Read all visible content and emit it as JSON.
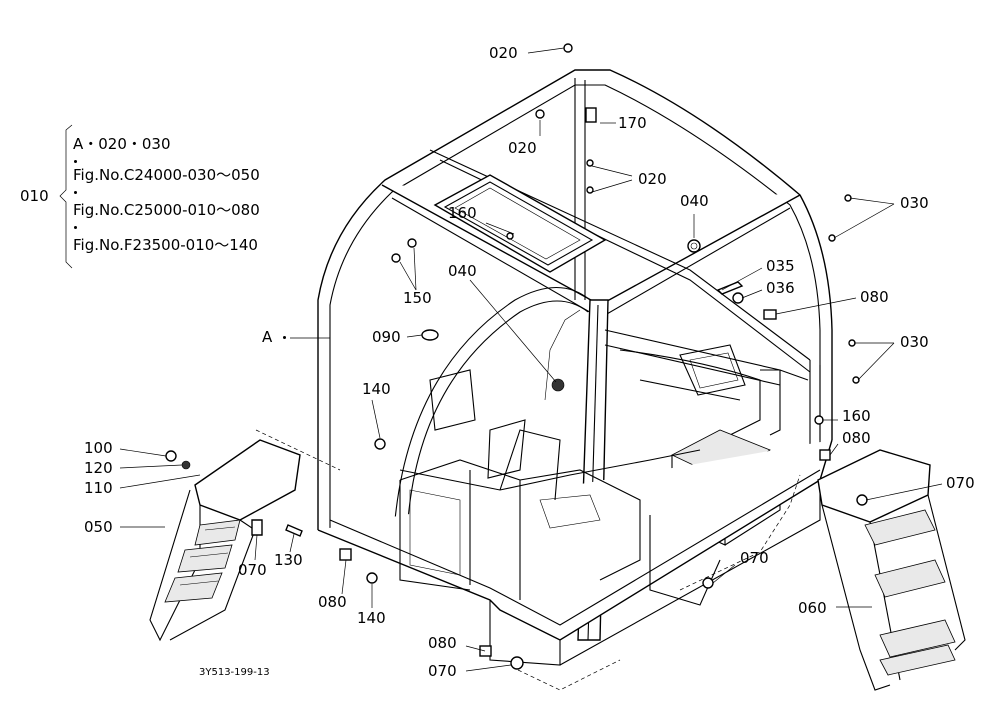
{
  "diagram": {
    "drawing_id": "3Y513-199-13",
    "assembly": {
      "part": "010",
      "lines": [
        "A・020・030",
        "Fig.No.C24000-030～050",
        "Fig.No.C25000-010～080",
        "Fig.No.F23500-010～140"
      ]
    },
    "ref_a": "A",
    "callouts": {
      "c020_top": "020",
      "c020_mid": "020",
      "c020_right": "020",
      "c170": "170",
      "c030_top": "030",
      "c030_mid": "030",
      "c160_top": "160",
      "c160_right": "160",
      "c040_top": "040",
      "c040_mid": "040",
      "c150": "150",
      "c035": "035",
      "c036": "036",
      "c080_top": "080",
      "c080_right": "080",
      "c080_bottom_left": "080",
      "c080_bottom": "080",
      "c090": "090",
      "c140_mid": "140",
      "c140_bottom": "140",
      "c100": "100",
      "c120": "120",
      "c110": "110",
      "c050": "050",
      "c070_step_left": "070",
      "c130": "130",
      "c070_right_step": "070",
      "c070_center": "070",
      "c070_bottom": "070",
      "c060": "060"
    }
  }
}
